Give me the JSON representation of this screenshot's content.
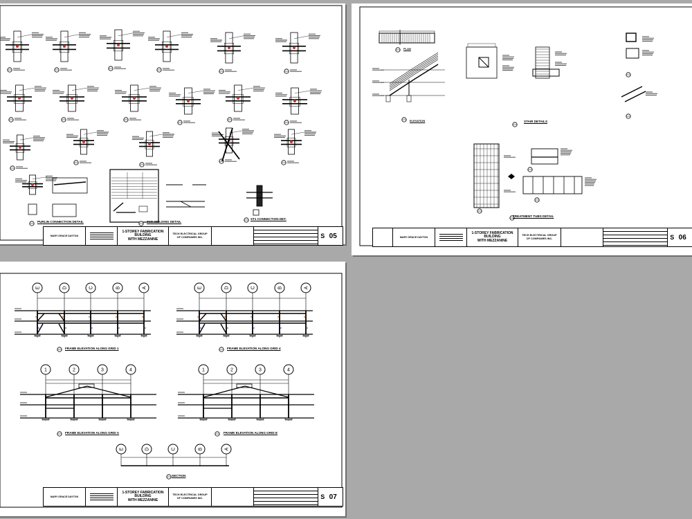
{
  "viewer": {
    "background": "#a9a9a9"
  },
  "title_block": {
    "owner": "MARY GRACE DAYTON",
    "project_line1": "1-STOREY FABRICATION BUILDING",
    "project_line2": "WITH MEZZANINE",
    "contractor_line1": "TECH ELECTRICAL GROUP",
    "contractor_line2": "OF COMPANIES INC.",
    "sheet_prefix": "S"
  },
  "sheets": [
    {
      "number": "05",
      "details": {
        "purlin": "PURLIN CONNECTION DETAIL",
        "welding": "TYP. WELDING DETAIL",
        "st1": "ST1 CONNECTION DET."
      }
    },
    {
      "number": "06",
      "details": {
        "plan": "PLAN",
        "elevation": "ELEVATION",
        "stair": "STAIR DETAILS",
        "tubs": "TREATMENT TUBS DETAIL"
      }
    },
    {
      "number": "07",
      "details": {
        "grid1": "FRAME ELEVATION ALONG GRID 1",
        "grid4": "FRAME ELEVATION ALONG GRID 4",
        "gridA": "FRAME ELEVATION ALONG GRID A",
        "gridE": "FRAME ELEVATION ALONG GRID E",
        "section": "SECTION"
      },
      "grid_letters": [
        "E",
        "D",
        "C",
        "B",
        "A"
      ],
      "grid_numbers": [
        "1",
        "2",
        "3",
        "4"
      ]
    }
  ]
}
